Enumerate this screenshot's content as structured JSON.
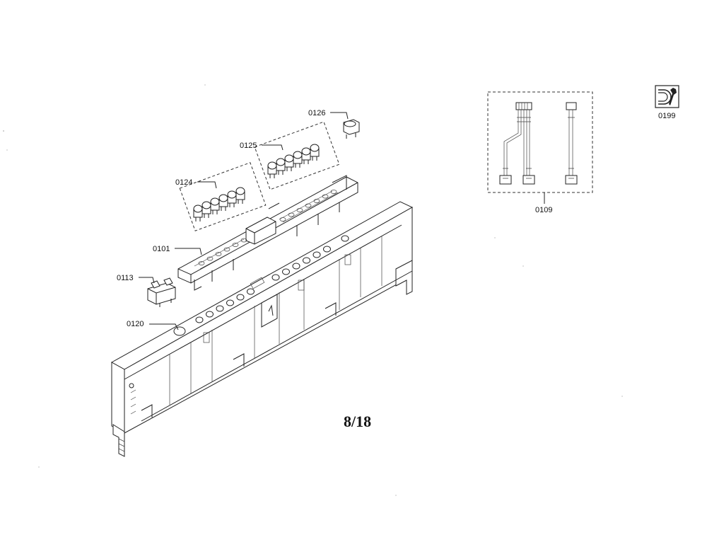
{
  "labels": {
    "p0126": "0126",
    "p0125": "0125",
    "p0124": "0124",
    "p0101": "0101",
    "p0113": "0113",
    "p0120": "0120",
    "p0109": "0109",
    "p0199": "0199"
  },
  "page_number": "8/18"
}
